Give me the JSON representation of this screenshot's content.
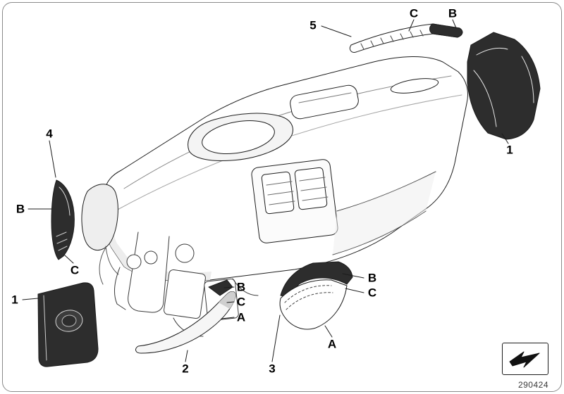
{
  "diagram": {
    "number": "290424",
    "colors": {
      "line": "#1c1c1c",
      "dark_part": "#2d2d2d",
      "light_shade": "#ededed",
      "frame_border": "#8a8a8a"
    },
    "icons": {
      "stamp": "zigzag-icon"
    },
    "callouts": {
      "top_5": {
        "label": "5"
      },
      "top_c": {
        "label": "C"
      },
      "top_b": {
        "label": "B"
      },
      "right_1": {
        "label": "1"
      },
      "left_4": {
        "label": "4"
      },
      "left_b": {
        "label": "B"
      },
      "left_c": {
        "label": "C"
      },
      "left_1": {
        "label": "1"
      },
      "center_b": {
        "label": "B"
      },
      "center_c": {
        "label": "C"
      },
      "center_a": {
        "label": "A"
      },
      "bottom_2": {
        "label": "2"
      },
      "mid_b": {
        "label": "B"
      },
      "mid_c": {
        "label": "C"
      },
      "bottom_3": {
        "label": "3"
      },
      "bottom_a": {
        "label": "A"
      }
    }
  }
}
